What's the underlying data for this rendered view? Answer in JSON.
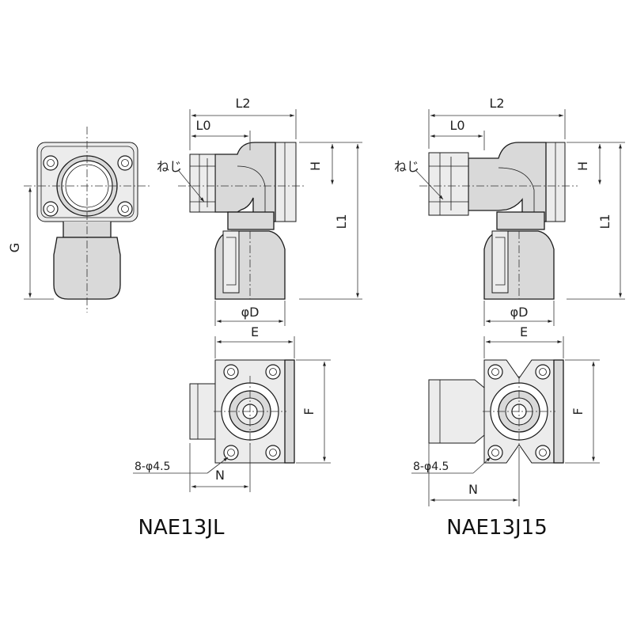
{
  "diagram": {
    "labels": {
      "L2": "L2",
      "L0": "L0",
      "L1": "L1",
      "H": "H",
      "G": "G",
      "D": "φD",
      "E": "E",
      "F": "F",
      "N": "N",
      "neji": "ねじ",
      "holes": "8-φ4.5"
    },
    "models": {
      "left": "NAE13JL",
      "right": "NAE13J15"
    }
  }
}
